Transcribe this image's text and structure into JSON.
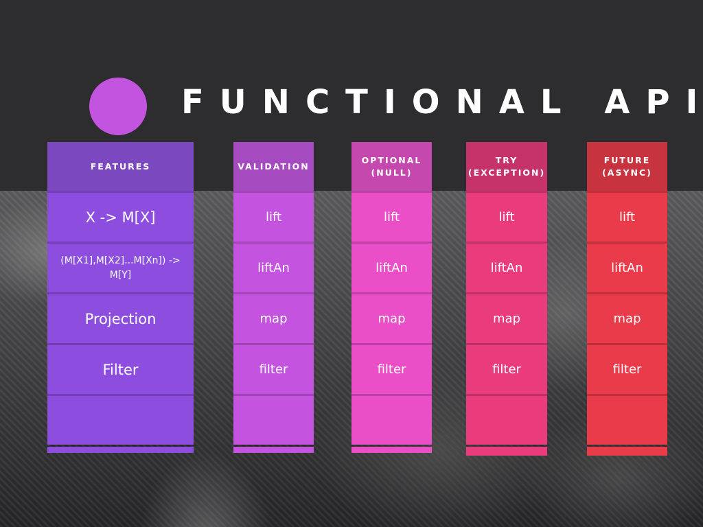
{
  "title": "FUNCTIONAL API",
  "columns": [
    {
      "id": "features",
      "header": "FEATURES",
      "rows": [
        "X -> M[X]",
        "(M[X1],M[X2]...M[Xn]) -> M[Y]",
        "Projection",
        "Filter",
        ""
      ],
      "header_color": "#7c48bf",
      "body_color": "#8d4ee0"
    },
    {
      "id": "validation",
      "header": "VALIDATION",
      "rows": [
        "lift",
        "liftAn",
        "map",
        "filter",
        ""
      ],
      "header_color": "#a64abf",
      "body_color": "#c454df"
    },
    {
      "id": "optional",
      "header": "OPTIONAL (NULL)",
      "rows": [
        "lift",
        "liftAn",
        "map",
        "filter",
        ""
      ],
      "header_color": "#c548ae",
      "body_color": "#ea4fc8"
    },
    {
      "id": "try",
      "header": "TRY (EXCEPTION)",
      "rows": [
        "lift",
        "liftAn",
        "map",
        "filter",
        ""
      ],
      "header_color": "#c6336b",
      "body_color": "#ea3b7d"
    },
    {
      "id": "future",
      "header": "FUTURE (ASYNC)",
      "rows": [
        "lift",
        "liftAn",
        "map",
        "filter",
        ""
      ],
      "header_color": "#c7343f",
      "body_color": "#ea3b4a"
    }
  ]
}
